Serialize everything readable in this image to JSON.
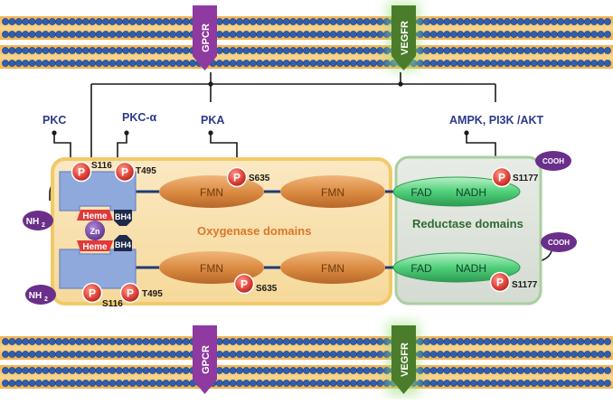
{
  "receptors": [
    {
      "label": "GPCR",
      "color": "#8e3aa0"
    },
    {
      "label": "VEGFR",
      "color": "#4a7c2b"
    }
  ],
  "kinases": {
    "pkc": "PKC",
    "pkc_alpha": "PKC-α",
    "pka": "PKA",
    "ampk": "AMPK, PI3K /AKT"
  },
  "sites": {
    "s116": "S116",
    "t495": "T495",
    "s635": "S635",
    "s1177": "S1177"
  },
  "phospho_label": "P",
  "domains": {
    "oxygenase": "Oxygenase domains",
    "reductase": "Reductase domains",
    "fmn": "FMN",
    "fad": "FAD",
    "nadh": "NADH",
    "heme": "Heme",
    "bh4": "BH4",
    "zn": "Zn",
    "nh2": "NH",
    "nh2_sub": "2",
    "cooh": "COOH"
  },
  "colors": {
    "kinase_text": "#2b3a8c",
    "oxygenase_text": "#d9782b",
    "reductase_text": "#2f6b2f",
    "phospho": "#e0453a",
    "fmn": "#d9893f",
    "fad_nadh": "#3fbf6a",
    "heme": "#e03a3a",
    "bh4": "#1e2a4a",
    "nh2_cooh": "#6a2f8a",
    "membrane": "#2e5fb0"
  }
}
